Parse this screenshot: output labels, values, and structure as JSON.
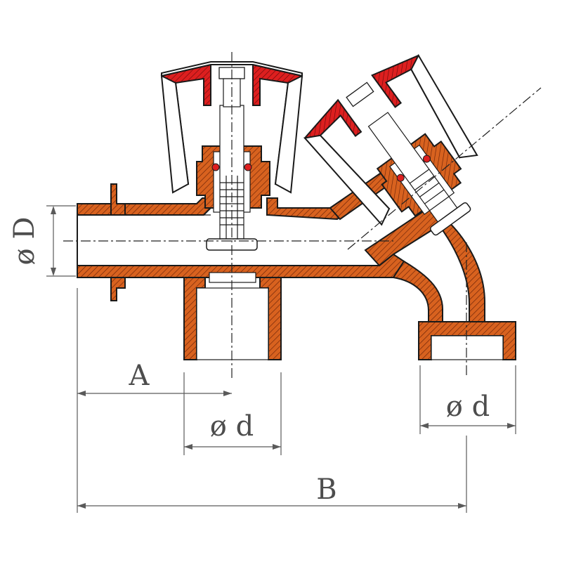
{
  "labels": {
    "inlet_diameter": "ø D",
    "outlet_diameter_bottom": "ø d",
    "outlet_diameter_angled": "ø d",
    "dimension_a": "A",
    "dimension_b": "B"
  },
  "colors": {
    "body_copper": "#d8621f",
    "handle_red": "#dd1f1f",
    "hatch_dark": "#5a1a08",
    "outline": "#1a1a1a",
    "dimension": "#5a5a5a",
    "background": "#ffffff"
  }
}
